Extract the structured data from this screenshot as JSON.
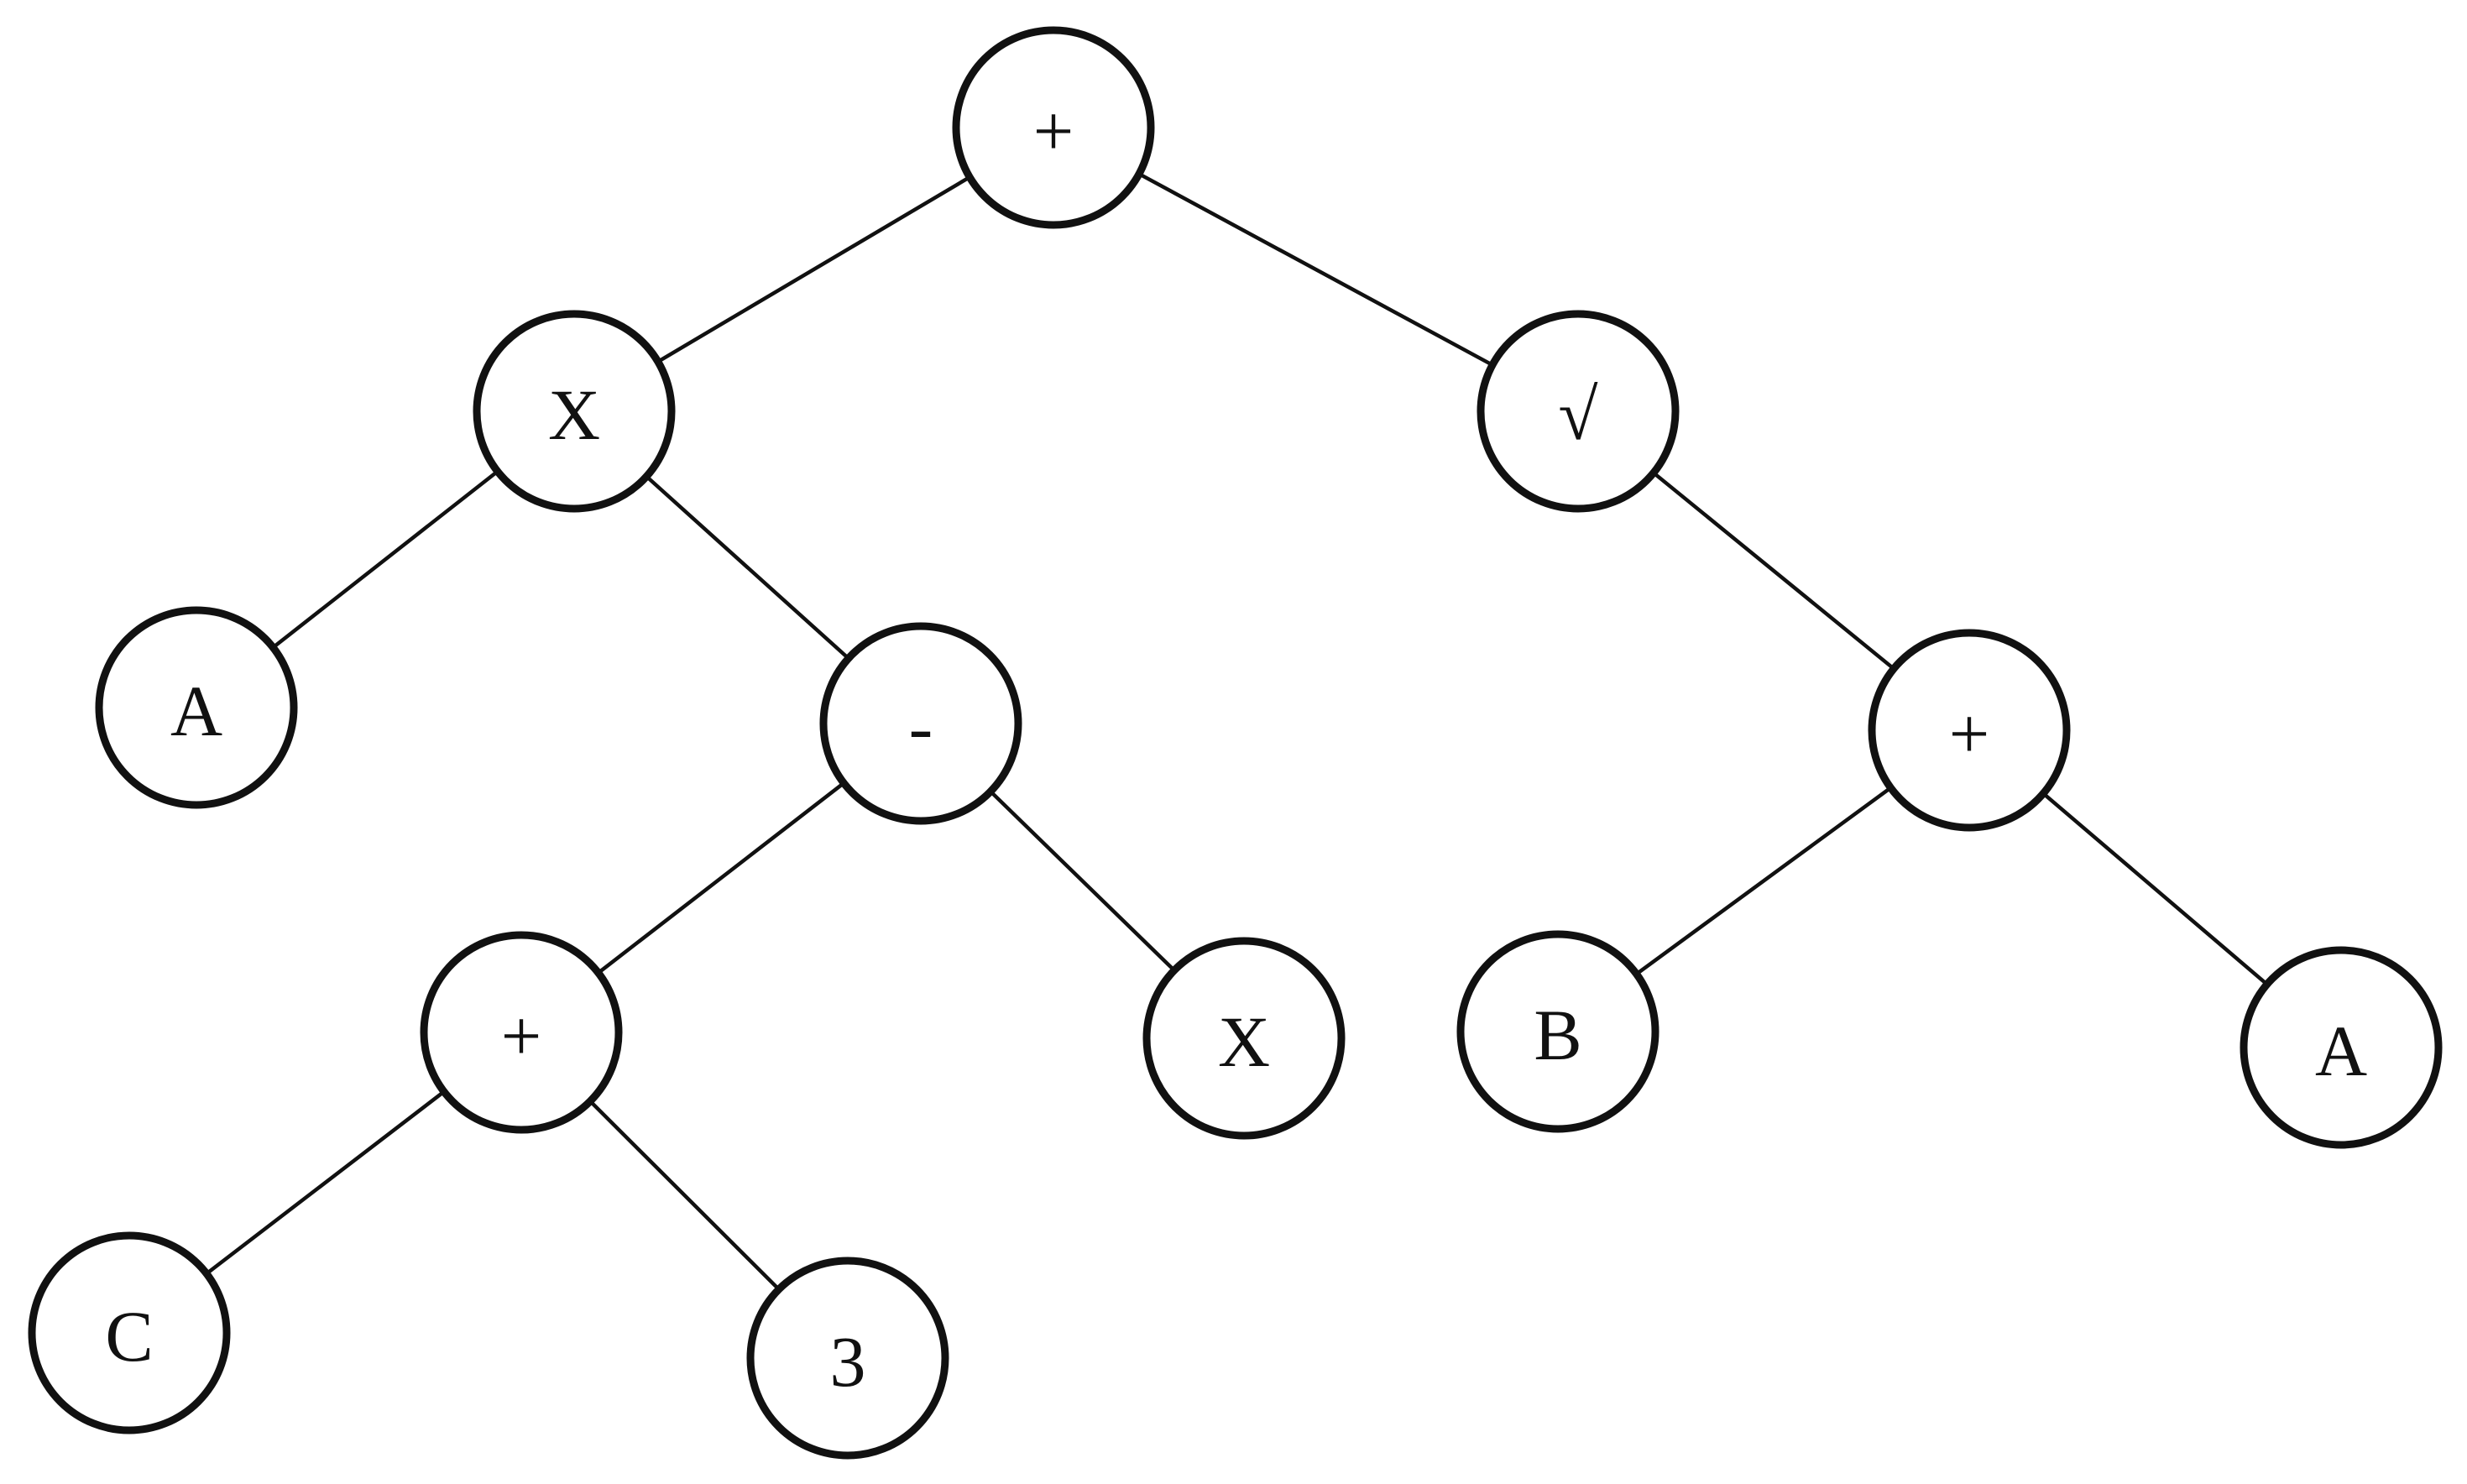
{
  "tree": {
    "nodes": [
      {
        "id": "n1",
        "name": "node-root-plus",
        "label": "+"
      },
      {
        "id": "n2",
        "name": "node-times-x",
        "label": "X"
      },
      {
        "id": "n3",
        "name": "node-sqrt",
        "label": "√"
      },
      {
        "id": "n4",
        "name": "node-a-left",
        "label": "A"
      },
      {
        "id": "n5",
        "name": "node-minus",
        "label": "-"
      },
      {
        "id": "n6",
        "name": "node-plus-right",
        "label": "+"
      },
      {
        "id": "n7",
        "name": "node-plus-inner",
        "label": "+"
      },
      {
        "id": "n8",
        "name": "node-x-leaf",
        "label": "X"
      },
      {
        "id": "n9",
        "name": "node-b-leaf",
        "label": "B"
      },
      {
        "id": "n10",
        "name": "node-a-right",
        "label": "A"
      },
      {
        "id": "n11",
        "name": "node-c-leaf",
        "label": "C"
      },
      {
        "id": "n12",
        "name": "node-3-leaf",
        "label": "3"
      }
    ],
    "edges": [
      [
        "n1",
        "n2"
      ],
      [
        "n1",
        "n3"
      ],
      [
        "n2",
        "n4"
      ],
      [
        "n2",
        "n5"
      ],
      [
        "n3",
        "n6"
      ],
      [
        "n5",
        "n7"
      ],
      [
        "n5",
        "n8"
      ],
      [
        "n6",
        "n9"
      ],
      [
        "n6",
        "n10"
      ],
      [
        "n7",
        "n11"
      ],
      [
        "n7",
        "n12"
      ]
    ]
  }
}
